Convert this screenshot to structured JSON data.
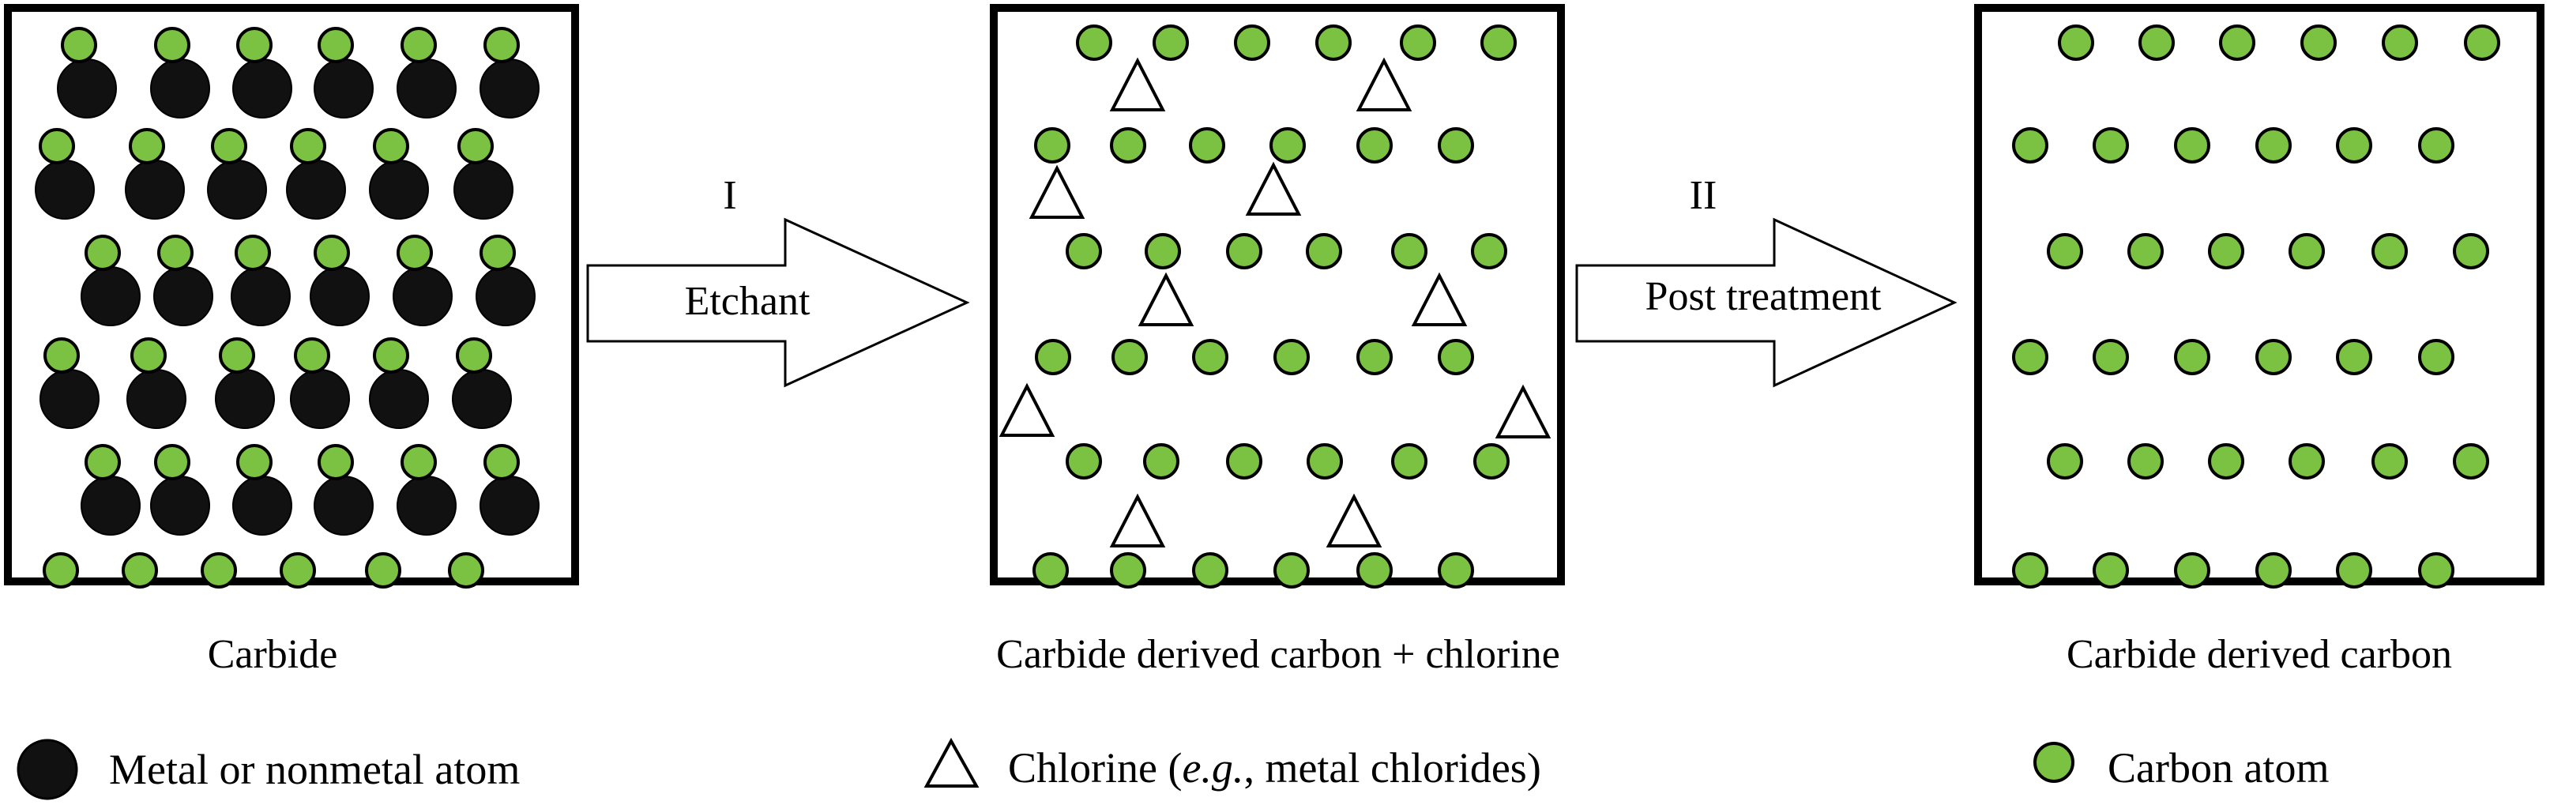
{
  "steps": [
    {
      "numeral": "I",
      "label": "Etchant"
    },
    {
      "numeral": "II",
      "label": "Post treatment"
    }
  ],
  "captions": {
    "carbide": "Carbide",
    "cdc_chlorine": "Carbide derived carbon + chlorine",
    "cdc": "Carbide derived carbon"
  },
  "legend": {
    "metal": "Metal or nonmetal atom",
    "chlorine_prefix": "Chlorine (",
    "chlorine_eg": "e.g.",
    "chlorine_suffix": ", metal chlorides)",
    "carbon": "Carbon atom"
  },
  "colors": {
    "carbon": "#7cc242",
    "metal": "#111111",
    "outline": "#000000",
    "chlorine_fill": "#ffffff"
  }
}
